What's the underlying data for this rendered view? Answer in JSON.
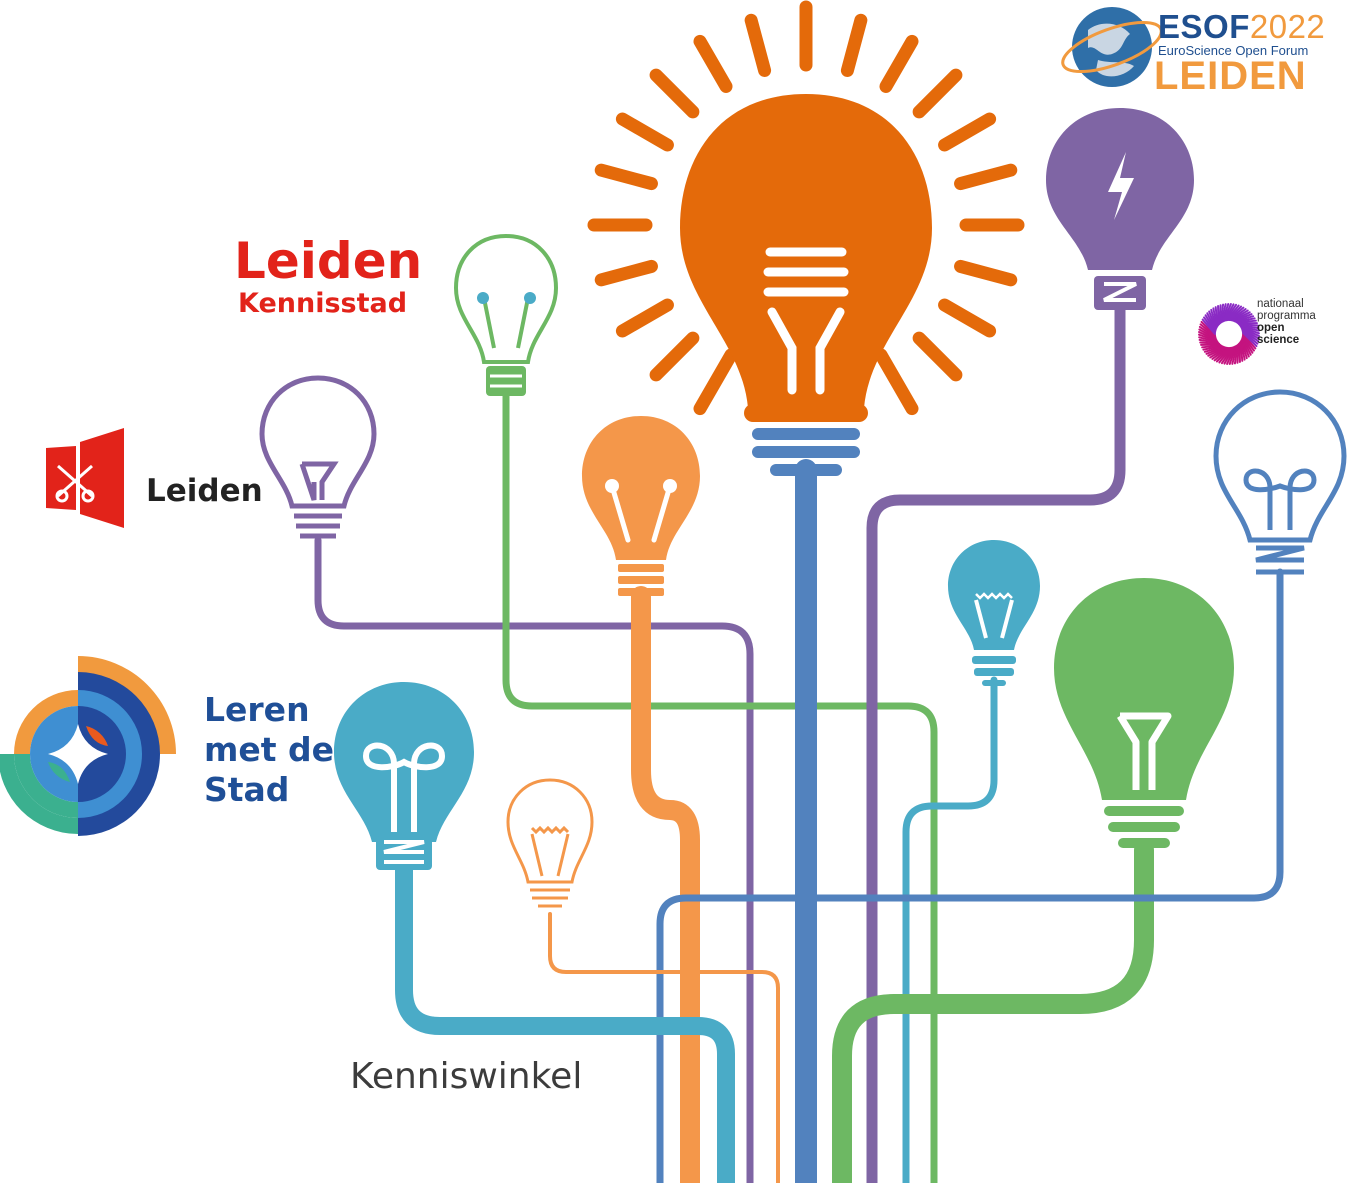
{
  "logos": {
    "esof": {
      "name": "ESOF",
      "year": "2022",
      "subtitle": "EuroScience Open Forum",
      "city": "LEIDEN"
    },
    "leiden_kennisstad": {
      "line1": "Leiden",
      "line2": "Kennisstad"
    },
    "gemeente_leiden": {
      "name": "Leiden"
    },
    "leren_met_de_stad": {
      "line1": "Leren",
      "line2": "met de",
      "line3": "Stad"
    },
    "nationaal_programma_open_science": {
      "line1": "nationaal",
      "line2": "programma",
      "line3": "open",
      "line4": "science"
    }
  },
  "caption": "Kenniswinkel",
  "colors": {
    "orange_dark": "#e46a0a",
    "orange_light": "#f4974a",
    "purple": "#7f65a4",
    "blue_dark": "#5282be",
    "cyan": "#4aabc7",
    "green": "#6db863",
    "red": "#e2231a",
    "navy": "#1f4f97"
  },
  "icons": [
    "lightbulb-icon",
    "globe-icon",
    "key-crest-icon",
    "lightning-icon"
  ]
}
